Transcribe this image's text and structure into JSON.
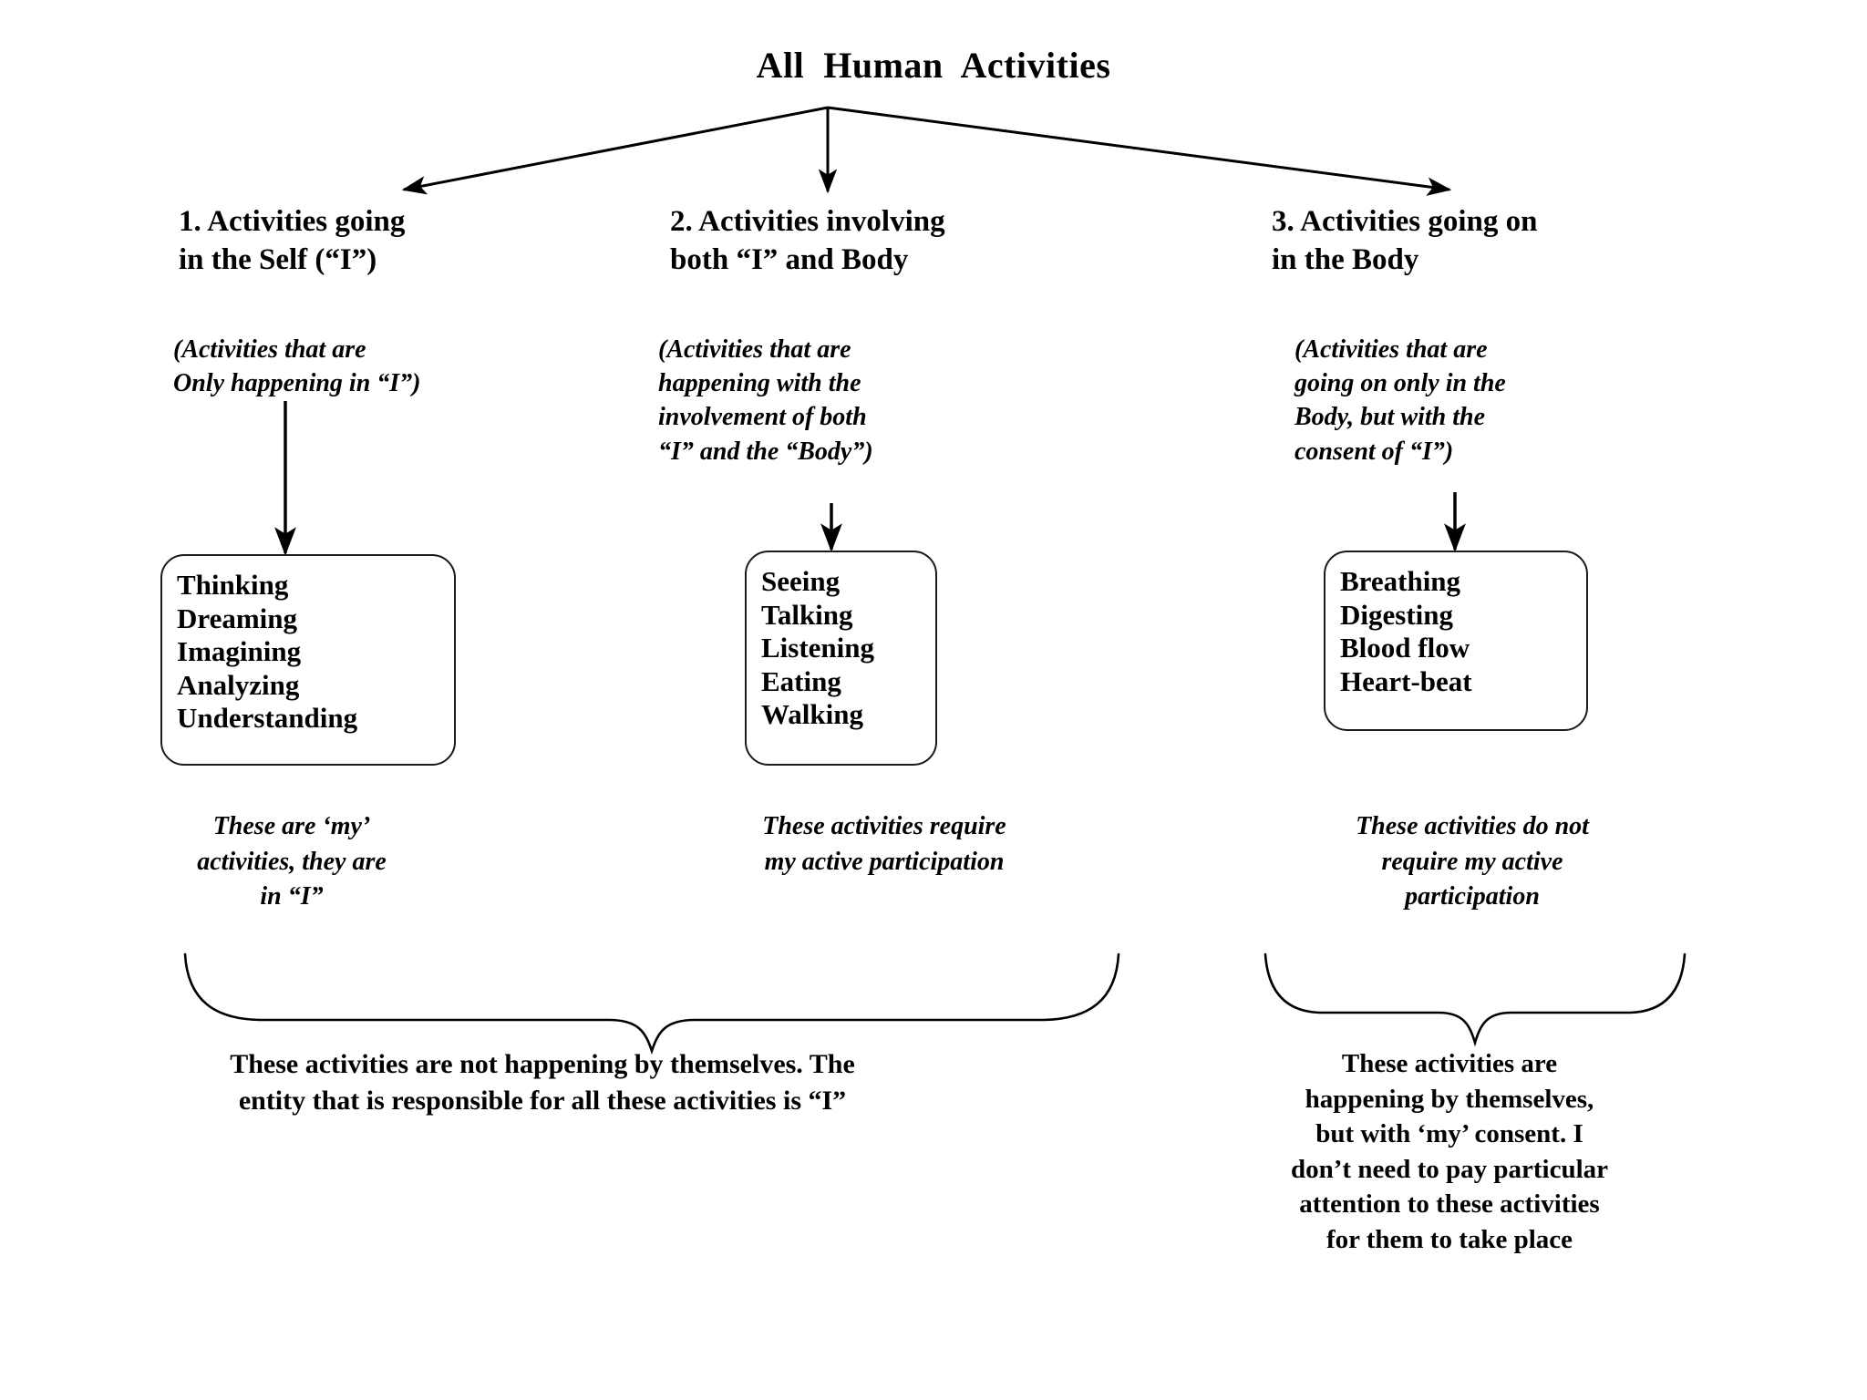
{
  "diagram": {
    "title": "All  Human  Activities",
    "background_color": "#ffffff",
    "ink_color": "#000000"
  },
  "columns": [
    {
      "id": "self",
      "heading": "1.   Activities going\nin the Self (“I”)",
      "descriptor": "(Activities that are\nOnly happening in “I”)",
      "items": [
        "Thinking",
        "Dreaming",
        "Imagining",
        "Analyzing",
        "Understanding"
      ],
      "caption": "These are ‘my’\nactivities, they are\nin “I”"
    },
    {
      "id": "self-and-body",
      "heading": "2. Activities involving\nboth “I” and Body",
      "descriptor": "(Activities that are\n happening with the\ninvolvement of both\n“I” and the “Body”)",
      "items": [
        "Seeing",
        "Talking",
        "Listening",
        "Eating",
        "Walking"
      ],
      "caption": "These activities require\nmy active participation"
    },
    {
      "id": "body",
      "heading": "3. Activities going on\nin the Body",
      "descriptor": "(Activities that are\n going on only in the\nBody, but with the\nconsent of “I”)",
      "items": [
        "Breathing",
        "Digesting",
        "Blood flow",
        "Heart-beat"
      ],
      "caption": "These activities do not\nrequire my active\nparticipation"
    }
  ],
  "conclusions": {
    "left": "These activities are not happening by themselves. The\n entity that is responsible for all these activities is “I”",
    "right": "These activities are\nhappening by themselves,\nbut with ‘my’ consent. I\ndon’t need to pay particular\nattention to these activities\nfor them to take place"
  },
  "connectors": {
    "branch_arrow_left_label": "arrow to column 1",
    "branch_arrow_center_label": "arrow to column 2",
    "branch_arrow_right_label": "arrow to column 3",
    "column_arrow_label": "arrow into list box",
    "brace_left_label": "brace grouping columns 1 and 2",
    "brace_right_label": "brace under column 3"
  }
}
